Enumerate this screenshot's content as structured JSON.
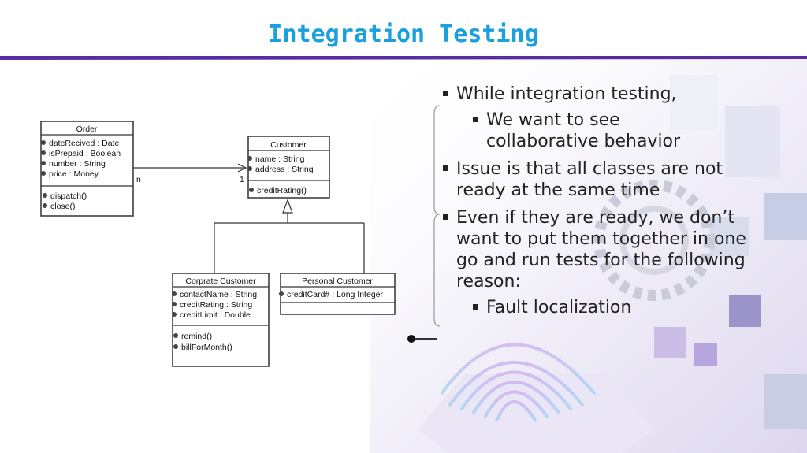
{
  "slide": {
    "title": "Integration Testing",
    "colors": {
      "title": "#1aa0dc",
      "rule": "#5a2ca0",
      "text": "#222222"
    }
  },
  "diagram": {
    "order": {
      "name": "Order",
      "attributes": [
        "dateRecived : Date",
        "isPrepaid : Boolean",
        "number : String",
        "price : Money"
      ],
      "operations": [
        "dispatch()",
        "close()"
      ]
    },
    "customer": {
      "name": "Customer",
      "attributes": [
        "name : String",
        "address : String"
      ],
      "operations": [
        "creditRating()"
      ]
    },
    "corporate": {
      "name": "Corprate Customer",
      "attributes": [
        "contactName : String",
        "creditRating : String",
        "creditLimit : Double"
      ],
      "operations": [
        "remind()",
        "billForMonth()"
      ]
    },
    "personal": {
      "name": "Personal Customer",
      "attributes": [
        "creditCard# : Long Integer"
      ],
      "operations": []
    },
    "multiplicity": {
      "order_end": "n",
      "customer_end": "1"
    }
  },
  "bullets": [
    {
      "level": 1,
      "text": "While integration testing,"
    },
    {
      "level": 2,
      "text": "We want to see collaborative behavior"
    },
    {
      "level": 1,
      "text": "Issue is that all classes are not ready at the same time"
    },
    {
      "level": 1,
      "text": "Even if they are ready, we don’t want to put them together in one go and run tests for the following reason:"
    },
    {
      "level": 2,
      "text": "Fault localization"
    }
  ]
}
